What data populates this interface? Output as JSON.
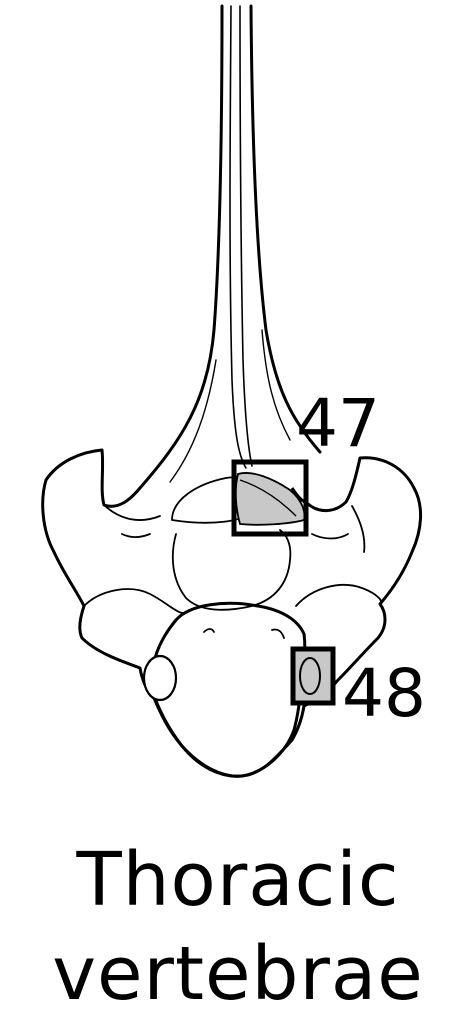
{
  "figure": {
    "callouts": [
      {
        "id": "47",
        "label": "47"
      },
      {
        "id": "48",
        "label": "48"
      }
    ],
    "caption": {
      "line1": "Thoracic",
      "line2": "vertebrae"
    }
  },
  "colors": {
    "stroke": "#000000",
    "highlight": "#c8c8c8",
    "background": "#ffffff"
  }
}
